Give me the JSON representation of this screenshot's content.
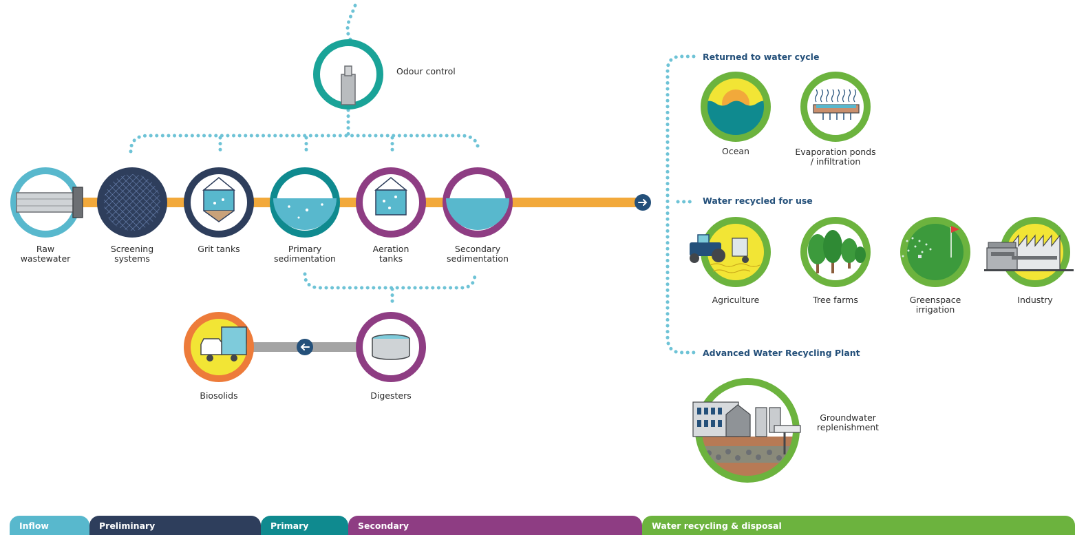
{
  "labels": {
    "odour": "Odour control",
    "raw_1": "Raw",
    "raw_2": "wastewater",
    "screening_1": "Screening",
    "screening_2": "systems",
    "grit": "Grit tanks",
    "primary_1": "Primary",
    "primary_2": "sedimentation",
    "aeration_1": "Aeration",
    "aeration_2": "tanks",
    "secondary_1": "Secondary",
    "secondary_2": "sedimentation",
    "biosolids": "Biosolids",
    "digesters": "Digesters",
    "ocean": "Ocean",
    "evap_1": "Evaporation ponds",
    "evap_2": "/ infiltration",
    "agriculture": "Agriculture",
    "tree_farms": "Tree farms",
    "greenspace_1": "Greenspace",
    "greenspace_2": "irrigation",
    "industry": "Industry",
    "groundwater_1": "Groundwater",
    "groundwater_2": "replenishment"
  },
  "headers": {
    "returned": "Returned to water cycle",
    "recycled": "Water recycled for use",
    "advanced": "Advanced Water Recycling Plant"
  },
  "stages": {
    "inflow": "Inflow",
    "preliminary": "Preliminary",
    "primary": "Primary",
    "secondary": "Secondary",
    "recycling": "Water recycling & disposal"
  },
  "colors": {
    "inflow": "#58b8cd",
    "preliminary": "#2e3e5c",
    "primary": "#0f8a8f",
    "secondary": "#8e3d83",
    "recycling": "#6cb33e",
    "pipe": "#f2a93b",
    "dots": "#6ec3d6",
    "odour": "#1aa398",
    "biosolids": "#ed7b3a"
  },
  "icons": {
    "arrow_right": "arrow-right-icon",
    "arrow_left": "arrow-left-icon"
  }
}
